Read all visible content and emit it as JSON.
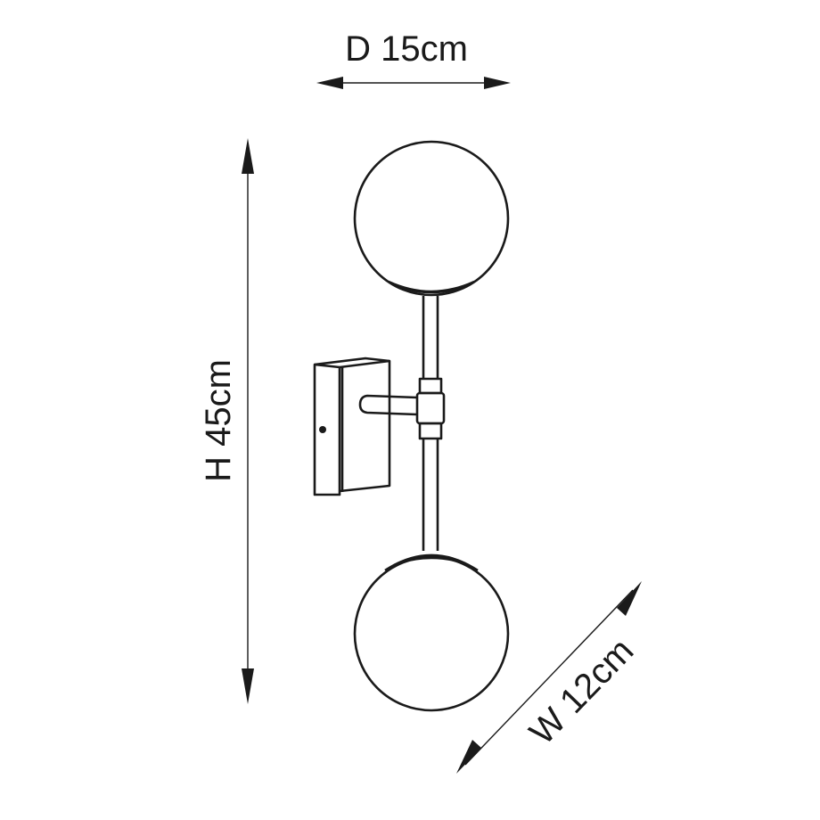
{
  "dimensions": {
    "depth_label": "D 15cm",
    "height_label": "H 45cm",
    "width_label": "W 12cm"
  },
  "colors": {
    "line": "#1a1a1a",
    "background": "#ffffff"
  }
}
